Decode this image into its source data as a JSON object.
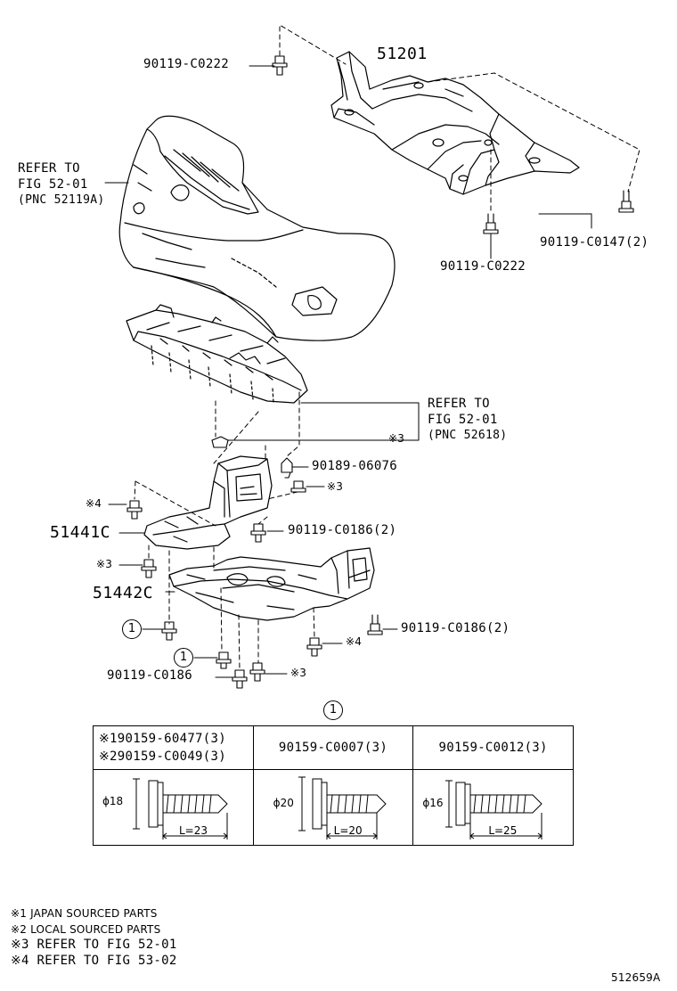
{
  "labels": {
    "p90119_c0222_top": "90119-C0222",
    "p51201": "51201",
    "refer_to_1": "REFER TO",
    "fig_52_01_a": "FIG 52-01",
    "pnc_52119a": "(PNC 52119A)",
    "p90119_c0147": "90119-C0147(2)",
    "p90119_c0222_bottom": "90119-C0222",
    "refer_to_2": "REFER TO",
    "fig_52_01_b": "FIG 52-01",
    "pnc_52618": "(PNC 52618)",
    "note3_a": "※3",
    "p90189_06076": "90189-06076",
    "note3_b": "※3",
    "note4_a": "※4",
    "p51441c": "51441C",
    "p90119_c0186_a": "90119-C0186(2)",
    "note3_c": "※3",
    "p51442c": "51442C",
    "circ1_a": "1",
    "p90119_c0186_b": "90119-C0186(2)",
    "note4_b": "※4",
    "circ1_b": "1",
    "p90119_c0186_c": "90119-C0186",
    "note3_d": "※3",
    "circ1_table": "1"
  },
  "table": {
    "col1_line1": "※190159-60477(3)",
    "col1_line2": "※290159-C0049(3)",
    "col2": "90159-C0007(3)",
    "col3": "90159-C0012(3)",
    "bolt1_dia": "ϕ18",
    "bolt1_len": "L=23",
    "bolt2_dia": "ϕ20",
    "bolt2_len": "L=20",
    "bolt3_dia": "ϕ16",
    "bolt3_len": "L=25"
  },
  "notes": [
    "※1 JAPAN SOURCED PARTS",
    "※2 LOCAL SOURCED PARTS",
    "※3 REFER TO FIG 52-01",
    "※4 REFER TO FIG 53-02"
  ],
  "figure_id": "512659A"
}
